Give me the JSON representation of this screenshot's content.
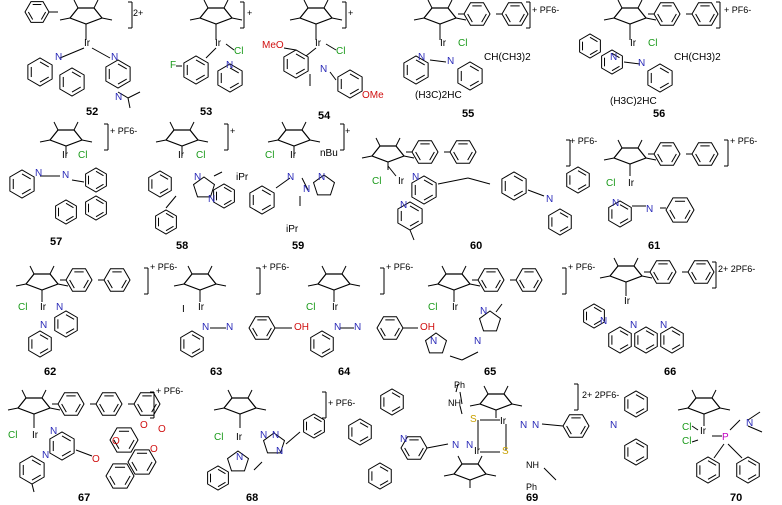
{
  "compounds": [
    {
      "number": "52",
      "charge": "2+"
    },
    {
      "number": "53",
      "charge": "+"
    },
    {
      "number": "54",
      "charge": "+"
    },
    {
      "number": "55",
      "charge": "+ PF6-"
    },
    {
      "number": "56",
      "charge": "+ PF6-"
    },
    {
      "number": "57",
      "charge": "+ PF6-"
    },
    {
      "number": "58",
      "charge": "+"
    },
    {
      "number": "59",
      "charge": "+"
    },
    {
      "number": "60",
      "charge": "+ PF6-"
    },
    {
      "number": "61",
      "charge": "+ PF6-"
    },
    {
      "number": "62",
      "charge": "+ PF6-"
    },
    {
      "number": "63",
      "charge": "+ PF6-"
    },
    {
      "number": "64",
      "charge": "+ PF6-"
    },
    {
      "number": "65",
      "charge": "+ PF6-"
    },
    {
      "number": "66",
      "charge": "2+ 2PF6-"
    },
    {
      "number": "67",
      "charge": "+ PF6-"
    },
    {
      "number": "68",
      "charge": "+ PF6-"
    },
    {
      "number": "69",
      "charge": "2+ 2PF6-"
    },
    {
      "number": "70",
      "charge": ""
    }
  ],
  "atoms": {
    "ir": "Ir",
    "cl": "Cl",
    "n": "N",
    "f": "F",
    "o": "O",
    "s": "S",
    "p": "P",
    "i": "I",
    "oh": "OH",
    "meo": "MeO",
    "ome": "OMe"
  },
  "substituents": {
    "ch_iso": "CH(CH3)2",
    "h3c_iso": "(H3C)2HC",
    "ipr": "iPr",
    "nbu": "nBu",
    "ph": "Ph",
    "nh": "NH"
  },
  "colors": {
    "bond": "#000000",
    "nitrogen": "#2a2ab8",
    "chlorine": "#1a9a1a",
    "oxygen": "#d01010",
    "sulfur": "#c8a000",
    "phosphorus": "#c000c0"
  }
}
